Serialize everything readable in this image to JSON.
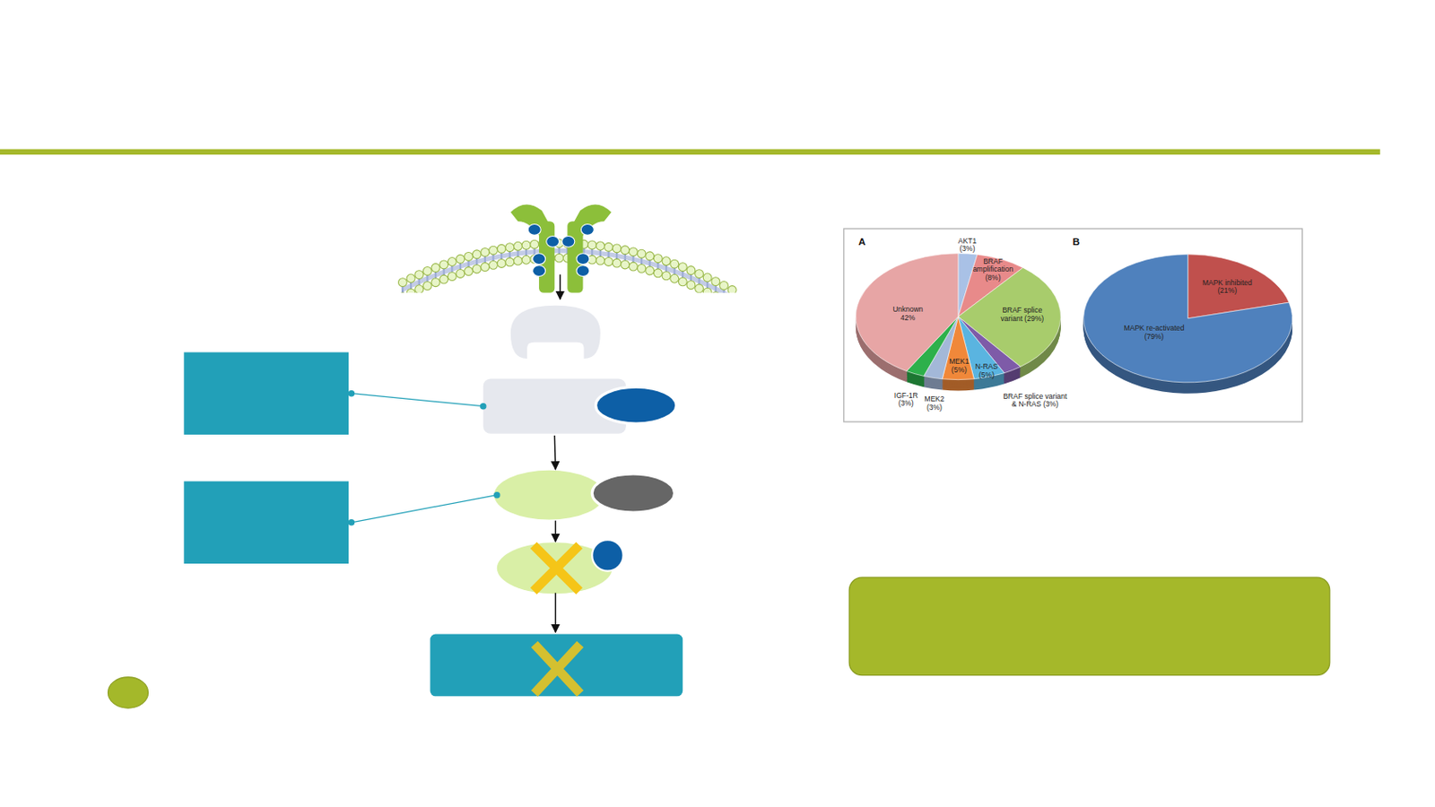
{
  "diagram": {
    "labels": [
      "A",
      "AKT1 (3%)",
      "BRAF amplification (8%)",
      "BRAF splice variant (29%)",
      "Unknown 42%",
      "MEK1 (5%)",
      "N-RAS (5%)",
      "IGF-1R (3%)",
      "MEK2 (3%)",
      "BRAF splice variant & N-RAS (3%)",
      "B",
      "MAPK inhibited (21%)",
      "MAPK re-activated (79%)"
    ]
  }
}
